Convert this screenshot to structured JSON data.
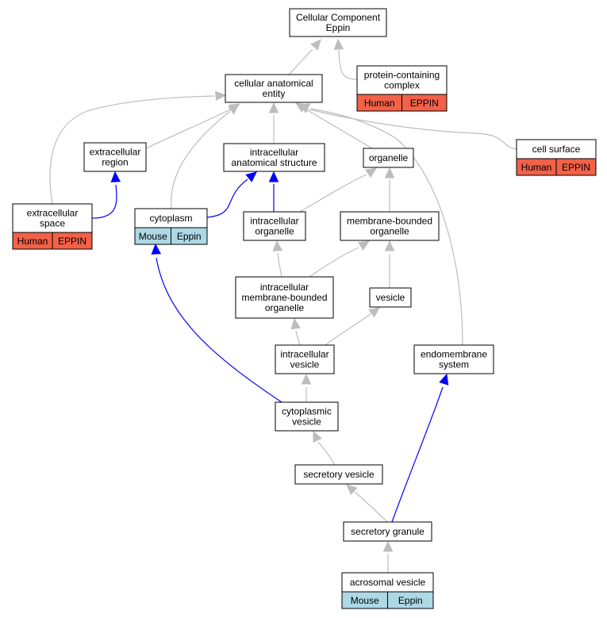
{
  "colors": {
    "edge_gray": "#bdbdbd",
    "edge_blue": "#0000ff",
    "human_tag": "#f26148",
    "mouse_tag": "#add8e6",
    "node_border": "#000000",
    "node_fill": "#ffffff"
  },
  "nodes": [
    {
      "id": "root",
      "lines": [
        "Cellular Component",
        "Eppin"
      ]
    },
    {
      "id": "protein-complex",
      "lines": [
        "protein-containing",
        "complex"
      ],
      "tags": [
        "Human",
        "EPPIN"
      ],
      "tag_kind": "human"
    },
    {
      "id": "anat-entity",
      "lines": [
        "cellular anatomical",
        "entity"
      ]
    },
    {
      "id": "extracellular-region",
      "lines": [
        "extracellular",
        "region"
      ]
    },
    {
      "id": "intracellular-anat-structure",
      "lines": [
        "intracellular",
        "anatomical structure"
      ]
    },
    {
      "id": "organelle",
      "lines": [
        "organelle"
      ]
    },
    {
      "id": "cell-surface",
      "lines": [
        "cell surface"
      ],
      "tags": [
        "Human",
        "EPPIN"
      ],
      "tag_kind": "human"
    },
    {
      "id": "extracellular-space",
      "lines": [
        "extracellular",
        "space"
      ],
      "tags": [
        "Human",
        "EPPIN"
      ],
      "tag_kind": "human"
    },
    {
      "id": "cytoplasm",
      "lines": [
        "cytoplasm"
      ],
      "tags": [
        "Mouse",
        "Eppin"
      ],
      "tag_kind": "mouse"
    },
    {
      "id": "intracellular-organelle",
      "lines": [
        "intracellular",
        "organelle"
      ]
    },
    {
      "id": "membrane-bounded-organelle",
      "lines": [
        "membrane-bounded",
        "organelle"
      ]
    },
    {
      "id": "intracellular-mb-organelle",
      "lines": [
        "intracellular",
        "membrane-bounded",
        "organelle"
      ]
    },
    {
      "id": "vesicle",
      "lines": [
        "vesicle"
      ]
    },
    {
      "id": "intracellular-vesicle",
      "lines": [
        "intracellular",
        "vesicle"
      ]
    },
    {
      "id": "endomembrane-system",
      "lines": [
        "endomembrane",
        "system"
      ]
    },
    {
      "id": "cytoplasmic-vesicle",
      "lines": [
        "cytoplasmic",
        "vesicle"
      ]
    },
    {
      "id": "secretory-vesicle",
      "lines": [
        "secretory vesicle"
      ]
    },
    {
      "id": "secretory-granule",
      "lines": [
        "secretory granule"
      ]
    },
    {
      "id": "acrosomal-vesicle",
      "lines": [
        "acrosomal vesicle"
      ],
      "tags": [
        "Mouse",
        "Eppin"
      ],
      "tag_kind": "mouse"
    }
  ],
  "edges": [
    {
      "from": "anat-entity",
      "to": "root",
      "kind": "gray"
    },
    {
      "from": "protein-complex",
      "to": "root",
      "kind": "gray"
    },
    {
      "from": "extracellular-space",
      "to": "anat-entity",
      "kind": "gray"
    },
    {
      "from": "extracellular-region",
      "to": "anat-entity",
      "kind": "gray"
    },
    {
      "from": "cytoplasm",
      "to": "anat-entity",
      "kind": "gray"
    },
    {
      "from": "intracellular-anat-structure",
      "to": "anat-entity",
      "kind": "gray"
    },
    {
      "from": "organelle",
      "to": "anat-entity",
      "kind": "gray"
    },
    {
      "from": "cell-surface",
      "to": "anat-entity",
      "kind": "gray"
    },
    {
      "from": "endomembrane-system",
      "to": "anat-entity",
      "kind": "gray"
    },
    {
      "from": "extracellular-space",
      "to": "extracellular-region",
      "kind": "blue"
    },
    {
      "from": "cytoplasm",
      "to": "intracellular-anat-structure",
      "kind": "blue"
    },
    {
      "from": "intracellular-organelle",
      "to": "intracellular-anat-structure",
      "kind": "blue"
    },
    {
      "from": "intracellular-organelle",
      "to": "organelle",
      "kind": "gray"
    },
    {
      "from": "membrane-bounded-organelle",
      "to": "organelle",
      "kind": "gray"
    },
    {
      "from": "intracellular-mb-organelle",
      "to": "intracellular-organelle",
      "kind": "gray"
    },
    {
      "from": "intracellular-mb-organelle",
      "to": "membrane-bounded-organelle",
      "kind": "gray"
    },
    {
      "from": "vesicle",
      "to": "membrane-bounded-organelle",
      "kind": "gray"
    },
    {
      "from": "intracellular-vesicle",
      "to": "intracellular-mb-organelle",
      "kind": "gray"
    },
    {
      "from": "intracellular-vesicle",
      "to": "vesicle",
      "kind": "gray"
    },
    {
      "from": "cytoplasmic-vesicle",
      "to": "intracellular-vesicle",
      "kind": "gray"
    },
    {
      "from": "cytoplasmic-vesicle",
      "to": "cytoplasm",
      "kind": "blue"
    },
    {
      "from": "secretory-vesicle",
      "to": "cytoplasmic-vesicle",
      "kind": "gray"
    },
    {
      "from": "secretory-granule",
      "to": "secretory-vesicle",
      "kind": "gray"
    },
    {
      "from": "secretory-granule",
      "to": "endomembrane-system",
      "kind": "blue"
    },
    {
      "from": "acrosomal-vesicle",
      "to": "secretory-granule",
      "kind": "gray"
    }
  ]
}
